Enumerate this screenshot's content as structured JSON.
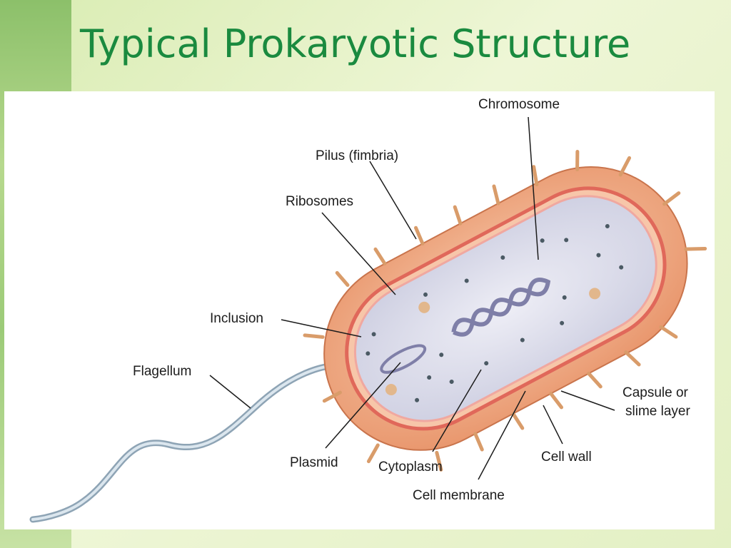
{
  "slide": {
    "title": "Typical Prokaryotic Structure"
  },
  "diagram": {
    "labels": {
      "chromosome": "Chromosome",
      "pilus": "Pilus (fimbria)",
      "ribosomes": "Ribosomes",
      "inclusion": "Inclusion",
      "flagellum": "Flagellum",
      "capsule_line1": "Capsule or",
      "capsule_line2": "slime layer",
      "plasmid": "Plasmid",
      "cytoplasm": "Cytoplasm",
      "cell_wall": "Cell wall",
      "cell_membrane": "Cell membrane"
    },
    "colors": {
      "title": "#1a8a3f",
      "capsule": "#f3b58e",
      "cell_wall": "#e97a6a",
      "cytoplasm": "#dcdce9",
      "chromosome": "#a9a9c9",
      "flagellum": "#b8c8d4"
    }
  }
}
